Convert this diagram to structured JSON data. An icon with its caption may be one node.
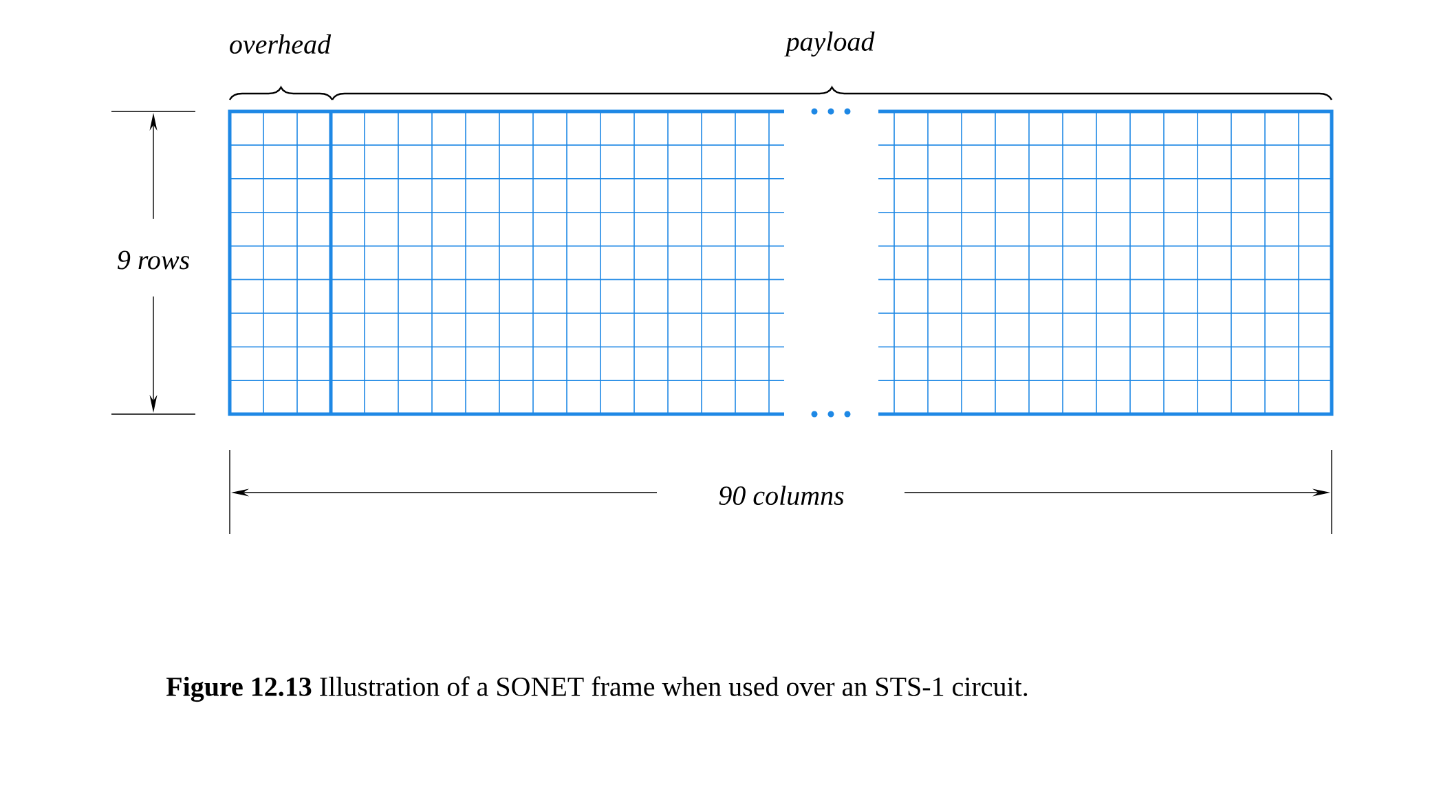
{
  "diagram": {
    "caption": "**Figure 12.13** Illustration of a SONET frame when used over an STS-1 circuit.",
    "labels": [
      "overhead",
      "payload",
      "9 rows",
      "90 columns"
    ]
  }
}
